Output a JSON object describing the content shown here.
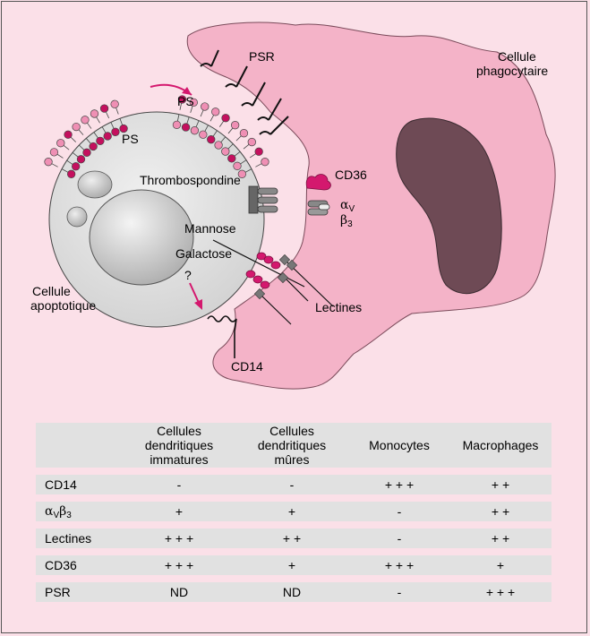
{
  "colors": {
    "background": "#fbe0e8",
    "phagocyte": "#f4b3c8",
    "phagocyte_stroke": "#7a4a5a",
    "nucleus": "#6e4a55",
    "apoptotic_cell": "#dcdcdc",
    "accent": "#d4186e",
    "ps_light": "#ef8fb4",
    "ps_dark": "#c4105e",
    "table_row": "#e1e1e1"
  },
  "labels": {
    "psr": "PSR",
    "ps_top": "PS",
    "ps_left": "PS",
    "phagocyte_line1": "Cellule",
    "phagocyte_line2": "phagocytaire",
    "thrombospondine": "Thrombospondine",
    "cd36": "CD36",
    "alpha": "α",
    "alpha_sub": "V",
    "beta": "β",
    "beta_sub": "3",
    "mannose": "Mannose",
    "galactose": "Galactose",
    "question": "?",
    "lectines": "Lectines",
    "apoptotic_line1": "Cellule",
    "apoptotic_line2": "apoptotique",
    "cd14": "CD14"
  },
  "table": {
    "headers": [
      {
        "lines": []
      },
      {
        "lines": [
          "Cellules",
          "dendritiques",
          "immatures"
        ]
      },
      {
        "lines": [
          "Cellules",
          "dendritiques",
          "mûres"
        ]
      },
      {
        "lines": [
          "Monocytes"
        ]
      },
      {
        "lines": [
          "Macrophages"
        ]
      }
    ],
    "rows": [
      {
        "label": "CD14",
        "values": [
          "-",
          "-",
          "+ + +",
          "+ +"
        ]
      },
      {
        "label_alpha": "α",
        "label_alpha_sub": "V",
        "label_beta": "β",
        "label_beta_sub": "3",
        "values": [
          "+",
          "+",
          "-",
          "+ +"
        ]
      },
      {
        "label": "Lectines",
        "values": [
          "+ + +",
          "+ +",
          "-",
          "+ +"
        ]
      },
      {
        "label": "CD36",
        "values": [
          "+ + +",
          "+",
          "+ + +",
          "+"
        ]
      },
      {
        "label": "PSR",
        "values": [
          "ND",
          "ND",
          "-",
          "+ + +"
        ]
      }
    ]
  }
}
